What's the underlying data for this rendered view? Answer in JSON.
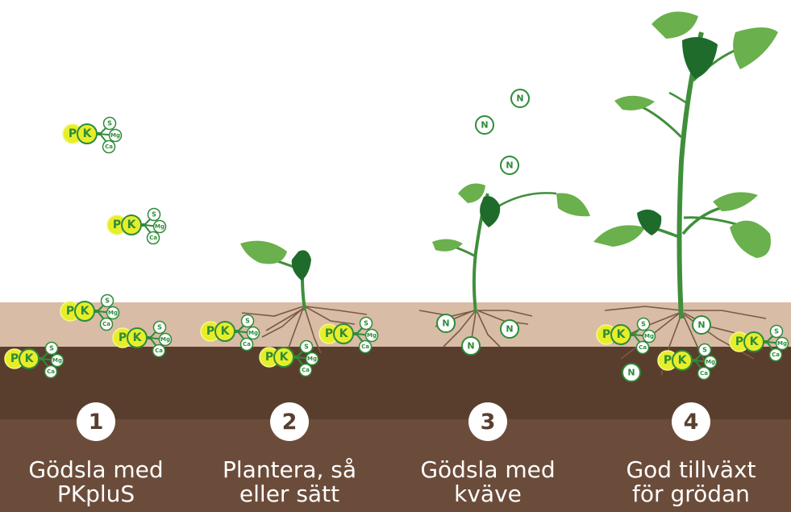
{
  "colors": {
    "sky": "#ffffff",
    "topsoil": "#d8bca6",
    "soil": "#5a3e2d",
    "subsoil": "#6b4c3a",
    "leaf": "#6ab04c",
    "leaf_dark": "#1e6b2c",
    "stem": "#3f8f3a",
    "root": "#7a5a45",
    "nutrient_yellow": "#e6ee2a",
    "nutrient_green": "#2e8b3a"
  },
  "nutrient_labels": {
    "p": "P",
    "k": "K",
    "s": "S",
    "mg": "Mg",
    "ca": "Ca",
    "n": "N"
  },
  "steps": [
    {
      "number": "1",
      "line1": "Gödsla med",
      "line2": "PKpluS"
    },
    {
      "number": "2",
      "line1": "Plantera, så",
      "line2": "eller sätt"
    },
    {
      "number": "3",
      "line1": "Gödsla med",
      "line2": "kväve"
    },
    {
      "number": "4",
      "line1": "God tillväxt",
      "line2": "för grödan"
    }
  ]
}
